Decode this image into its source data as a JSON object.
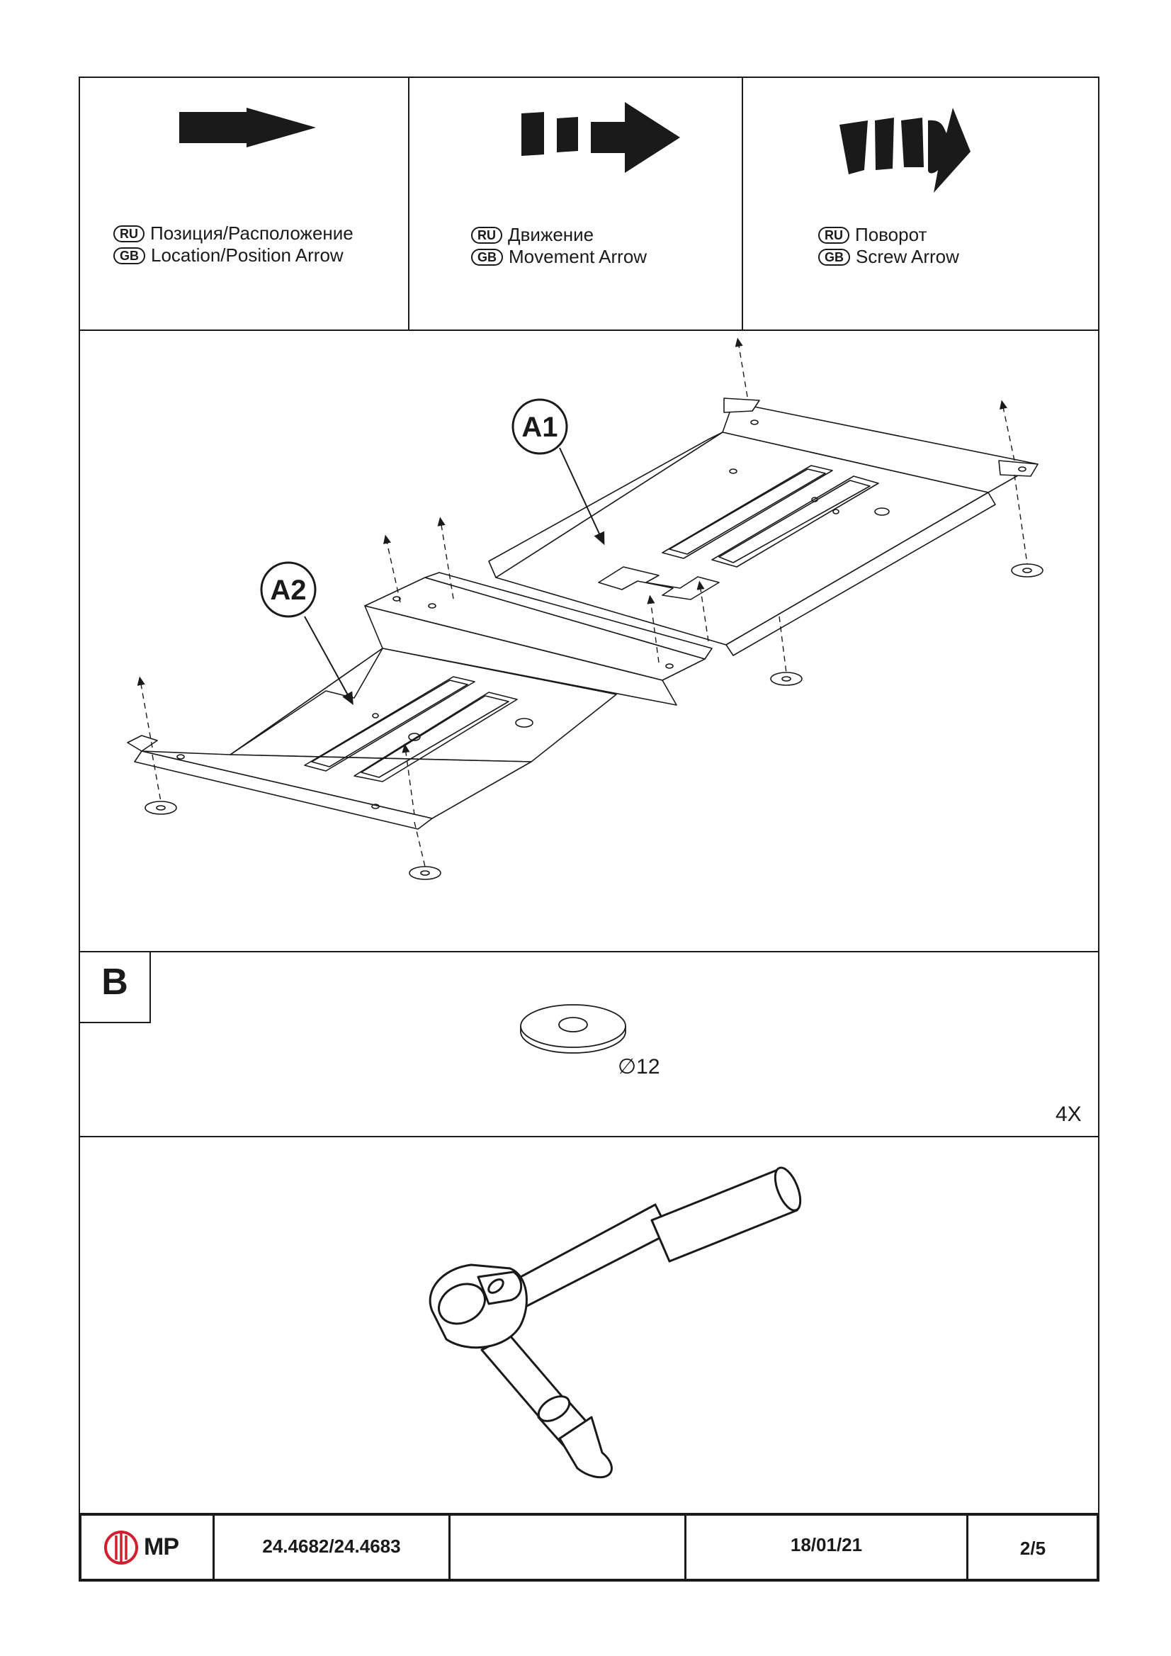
{
  "legend": {
    "location": {
      "ru_badge": "RU",
      "gb_badge": "GB",
      "ru": "Позиция/Расположение",
      "gb": "Location/Position Arrow"
    },
    "movement": {
      "ru_badge": "RU",
      "gb_badge": "GB",
      "ru": "Движение",
      "gb": "Movement Arrow"
    },
    "screw": {
      "ru_badge": "RU",
      "gb_badge": "GB",
      "ru": "Поворот",
      "gb": "Screw Arrow"
    }
  },
  "diagram": {
    "label_a1": "A1",
    "label_a2": "A2"
  },
  "parts": {
    "section_label": "B",
    "diameter": "∅12",
    "quantity": "4X"
  },
  "footer": {
    "brand": "MP",
    "part_number": "24.4682/24.4683",
    "blank": "",
    "date": "18/01/21",
    "page": "2/5"
  },
  "colors": {
    "line": "#1a1a1a",
    "logo_red": "#d0202e",
    "background": "#ffffff"
  }
}
